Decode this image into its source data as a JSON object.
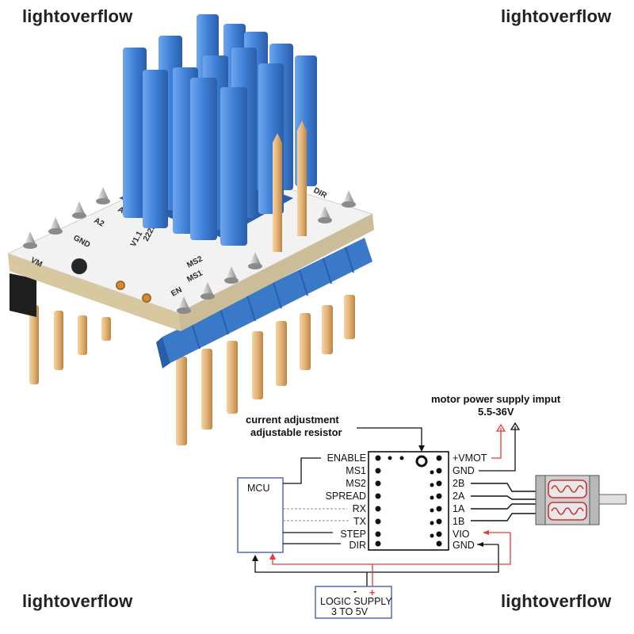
{
  "watermark": "lightoverflow",
  "board": {
    "silk_vm": "VM",
    "silk_gnd": "GND",
    "silk_a2": "A2",
    "silk_a1": "A1",
    "silk_dir": "DIR",
    "silk_model": "2225",
    "silk_version": "V1.1",
    "silk_ms2": "MS2",
    "silk_ms1": "MS1",
    "silk_en": "EN"
  },
  "diagram": {
    "motor_supply_title": "motor power supply imput",
    "motor_supply_range": "5.5-36V",
    "current_adjust_1": "current adjustment",
    "current_adjust_2": "adjustable resistor",
    "mcu_label": "MCU",
    "left_pins": [
      "ENABLE",
      "MS1",
      "MS2",
      "SPREAD",
      "RX",
      "TX",
      "STEP",
      "DIR"
    ],
    "right_pins": [
      "+VMOT",
      "GND",
      "2B",
      "2A",
      "1A",
      "1B",
      "VIO",
      "GND"
    ],
    "logic_minus": "-",
    "logic_plus": "+",
    "logic_supply_1": "LOGIC SUPPLY",
    "logic_supply_2": "3 TO    5V"
  },
  "colors": {
    "heatsink": "#3f7fd6",
    "heatsink_dark": "#2a5ea8",
    "pcb": "#f2f2f2",
    "header_blue": "#3a78c8",
    "pin_gold": "#e2b274",
    "supply_red": "#e23b3b",
    "box_blue": "#4b5fb0"
  }
}
